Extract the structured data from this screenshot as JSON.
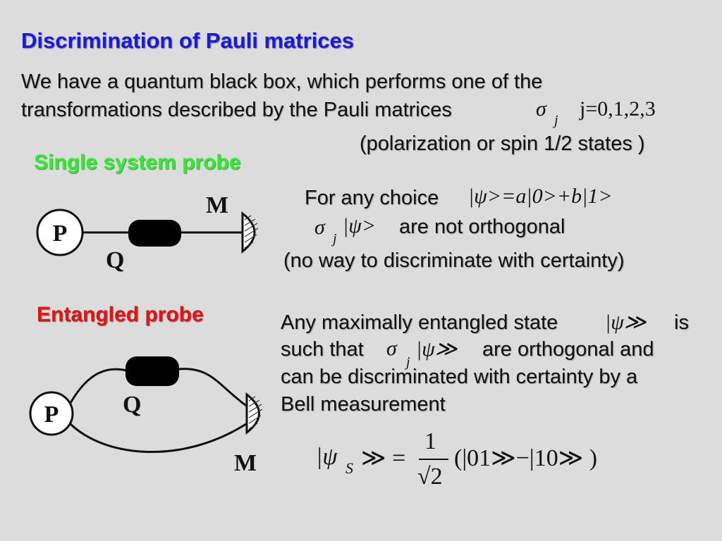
{
  "title": "Discrimination of Pauli matrices",
  "intro": {
    "line1": "We have a quantum black box, which performs one of the",
    "line2": "transformations described by the Pauli matrices",
    "sigma": "σ",
    "sigma_sub": "j",
    "index_expr": "j=0,1,2,3",
    "note": "(polarization or spin 1/2 states )"
  },
  "single": {
    "heading": "Single system probe",
    "label_p": "P",
    "label_q": "Q",
    "label_m": "M",
    "choice_prefix": "For any choice",
    "choice_expr": "|ψ>=a|0>+b|1>",
    "sigma": "σ",
    "sigma_sub": "j",
    "ket": "|ψ>",
    "not_orth": "are not orthogonal",
    "no_way": "(no way to discriminate with certainty)"
  },
  "entangled": {
    "heading": "Entangled probe",
    "label_p": "P",
    "label_q": "Q",
    "label_m": "M",
    "line1_prefix": "Any maximally entangled state",
    "line1_ket": "|ψ≫",
    "line1_suffix": "is",
    "line2_prefix": "such that",
    "sigma": "σ",
    "sigma_sub": "j",
    "line2_ket": "|ψ≫",
    "line2_suffix": "are orthogonal and",
    "line3": "can be discriminated with certainty by a",
    "line4": "Bell measurement",
    "singlet_left": "|ψ",
    "singlet_sub": "S",
    "singlet_eq": "≫ =",
    "frac_num": "1",
    "frac_den": "√2",
    "singlet_right": "(|01≫−|10≫ )"
  }
}
